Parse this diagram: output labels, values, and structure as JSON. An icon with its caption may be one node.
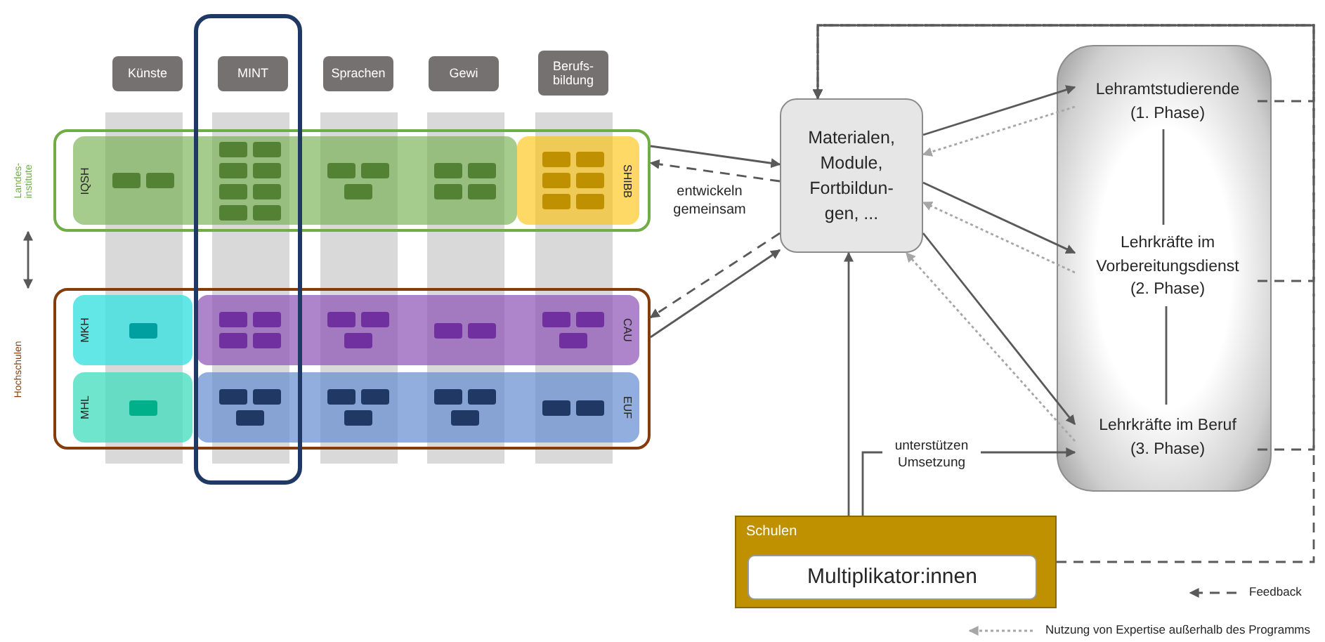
{
  "diagram": {
    "nodes": [
      {
        "text": [
          "Künste"
        ]
      },
      {
        "text": [
          "MINT"
        ]
      },
      {
        "text": [
          "Sprachen"
        ]
      },
      {
        "text": [
          "Gewi"
        ]
      },
      {
        "text": [
          "Berufs- bildung"
        ]
      },
      {
        "text": [
          "Landes- institute"
        ]
      },
      {
        "text": [
          "IQSH"
        ],
        "in": 5
      },
      {
        "text": [],
        "shape": "box",
        "in": 6
      },
      {
        "text": [],
        "shape": "box",
        "in": 6
      },
      {
        "text": [],
        "shape": "box",
        "in": 6
      },
      {
        "text": [],
        "shape": "box",
        "in": 6
      },
      {
        "text": [],
        "shape": "box",
        "in": 6
      },
      {
        "text": [],
        "shape": "box",
        "in": 6
      },
      {
        "text": [],
        "shape": "box",
        "in": 6
      },
      {
        "text": [],
        "shape": "box",
        "in": 6
      },
      {
        "text": [],
        "shape": "box",
        "in": 6
      },
      {
        "text": [],
        "shape": "box",
        "in": 6
      },
      {
        "text": [],
        "shape": "box",
        "in": 6
      },
      {
        "text": [],
        "shape": "box",
        "in": 6
      },
      {
        "text": [],
        "shape": "box",
        "in": 6
      },
      {
        "text": [],
        "shape": "box",
        "in": 6
      },
      {
        "text": [],
        "shape": "box",
        "in": 6
      },
      {
        "text": [],
        "shape": "box",
        "in": 6
      },
      {
        "text": [],
        "shape": "box",
        "in": 6
      },
      {
        "text": [
          "SHIBB"
        ],
        "in": 5
      },
      {
        "text": [],
        "shape": "box",
        "in": 24
      },
      {
        "text": [],
        "shape": "box",
        "in": 24
      },
      {
        "text": [],
        "shape": "box",
        "in": 24
      },
      {
        "text": [],
        "shape": "box",
        "in": 24
      },
      {
        "text": [],
        "shape": "box",
        "in": 24
      },
      {
        "text": [],
        "shape": "box",
        "in": 24
      },
      {
        "text": [
          "Hochschulen"
        ]
      },
      {
        "text": [
          "MKH"
        ],
        "in": 31
      },
      {
        "text": [],
        "shape": "box",
        "in": 32
      },
      {
        "text": [
          "CAU"
        ],
        "in": 31
      },
      {
        "text": [],
        "shape": "box",
        "in": 34
      },
      {
        "text": [],
        "shape": "box",
        "in": 34
      },
      {
        "text": [],
        "shape": "box",
        "in": 34
      },
      {
        "text": [],
        "shape": "box",
        "in": 34
      },
      {
        "text": [],
        "shape": "box",
        "in": 34
      },
      {
        "text": [],
        "shape": "box",
        "in": 34
      },
      {
        "text": [],
        "shape": "box",
        "in": 34
      },
      {
        "text": [],
        "shape": "box",
        "in": 34
      },
      {
        "text": [],
        "shape": "box",
        "in": 34
      },
      {
        "text": [],
        "shape": "box",
        "in": 34
      },
      {
        "text": [],
        "shape": "box",
        "in": 34
      },
      {
        "text": [],
        "shape": "box",
        "in": 34
      },
      {
        "text": [
          "MHL"
        ],
        "in": 31
      },
      {
        "text": [],
        "shape": "box",
        "in": 47
      },
      {
        "text": [
          "EUF"
        ],
        "in": 31
      },
      {
        "text": [],
        "shape": "box",
        "in": 49
      },
      {
        "text": [],
        "shape": "box",
        "in": 49
      },
      {
        "text": [],
        "shape": "box",
        "in": 49
      },
      {
        "text": [],
        "shape": "box",
        "in": 49
      },
      {
        "text": [],
        "shape": "box",
        "in": 49
      },
      {
        "text": [],
        "shape": "box",
        "in": 49
      },
      {
        "text": [],
        "shape": "box",
        "in": 49
      },
      {
        "text": [],
        "shape": "box",
        "in": 49
      },
      {
        "text": [],
        "shape": "box",
        "in": 49
      },
      {
        "text": [],
        "shape": "box",
        "in": 49
      },
      {
        "text": [],
        "shape": "box",
        "in": 49
      },
      {
        "text": [
          "Materialen, Module, Fortbildun- gen, ..."
        ]
      },
      {
        "text": [],
        "shape": "box"
      },
      {
        "text": [
          "Lehramtstudierende (1. Phase)"
        ],
        "in": 62
      },
      {
        "text": [
          "Lehrkräfte im Vorbereitungsdienst (2. Phase)"
        ],
        "in": 62
      },
      {
        "text": [
          "Lehrkräfte im Beruf (3. Phase)"
        ],
        "in": 62
      },
      {
        "text": [
          "Schulen"
        ]
      },
      {
        "text": [
          "Multiplikator:innen"
        ],
        "in": 66
      }
    ],
    "edges": [
      {
        "from": 5,
        "to": 31,
        "arrow": "both"
      },
      {
        "from": 5,
        "to": 61,
        "arrow": "to"
      },
      {
        "from": 61,
        "to": 5,
        "arrow": "to",
        "style": "dashed"
      },
      {
        "from": 61,
        "to": 31,
        "arrow": "to",
        "style": "dashed"
      },
      {
        "from": 31,
        "to": 61,
        "arrow": "to"
      },
      {
        "from": 61,
        "to": 63,
        "arrow": "to"
      },
      {
        "from": 63,
        "to": 61,
        "arrow": "to",
        "style": "dashed",
        "color": "#a6a6a6"
      },
      {
        "from": 61,
        "to": 64,
        "arrow": "to"
      },
      {
        "from": 64,
        "to": 61,
        "arrow": "to",
        "style": "dashed",
        "color": "#a6a6a6"
      },
      {
        "from": 61,
        "to": 65,
        "arrow": "to"
      },
      {
        "from": 65,
        "to": 61,
        "arrow": "to",
        "style": "dashed",
        "color": "#a6a6a6"
      },
      {
        "from": 66,
        "to": 61,
        "arrow": "to"
      },
      {
        "from": 66,
        "to": 65,
        "arrow": "to",
        "label": "unterstützen Umsetzung"
      },
      {
        "from": 63,
        "to": 64,
        "arrow": "none"
      },
      {
        "from": 64,
        "to": 65,
        "arrow": "none"
      },
      {
        "from": 63,
        "to": 61,
        "arrow": "to",
        "style": "dashed"
      },
      {
        "from": 64,
        "to": 61,
        "arrow": "to",
        "style": "dashed"
      },
      {
        "from": 65,
        "to": 61,
        "arrow": "to",
        "style": "dashed"
      },
      {
        "from": 66,
        "to": 61,
        "arrow": "to",
        "style": "dashed"
      }
    ],
    "labels": [
      "entwickeln gemeinsam"
    ],
    "legend": [
      {
        "text": "Feedback"
      },
      {
        "text": "Nutzung von Expertise außerhalb des Programms"
      }
    ]
  }
}
